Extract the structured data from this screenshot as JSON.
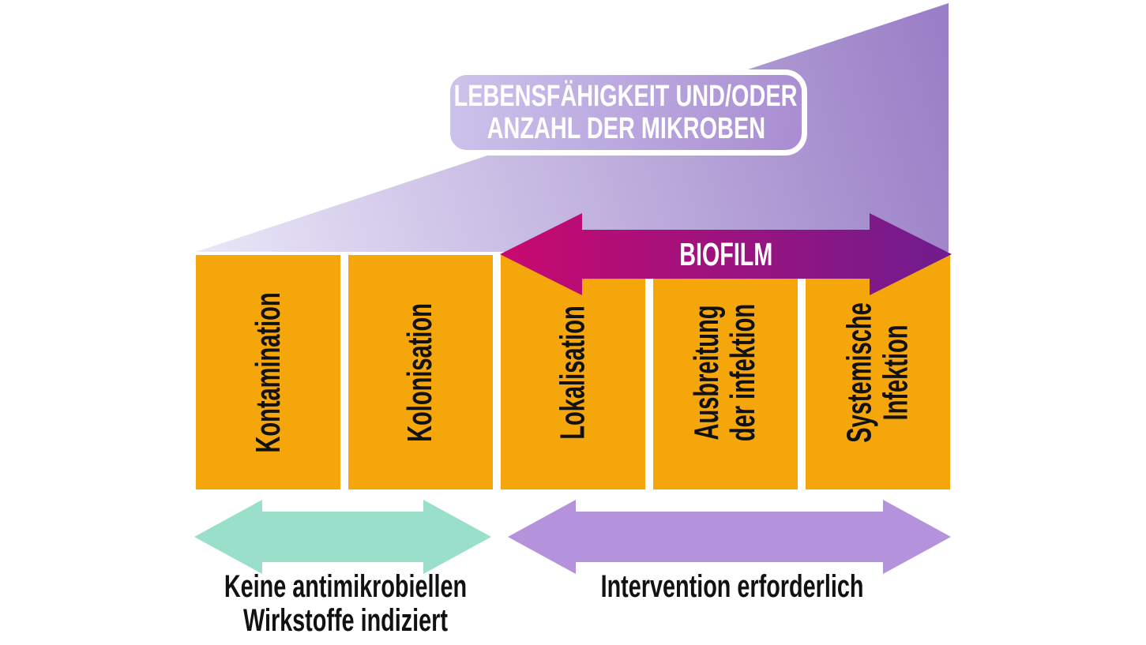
{
  "title_box": {
    "line1": "LEBENSFÄHIGKEIT UND/ODER",
    "line2": "ANZAHL DER MIKROBEN"
  },
  "biofilm": {
    "label": "BIOFILM"
  },
  "stages": [
    {
      "lines": [
        "Kontamination"
      ]
    },
    {
      "lines": [
        "Kolonisation"
      ]
    },
    {
      "lines": [
        "Lokalisation"
      ]
    },
    {
      "lines": [
        "Ausbreitung",
        "der infektion"
      ]
    },
    {
      "lines": [
        "Systemische",
        "Infektion"
      ]
    }
  ],
  "bottom": {
    "left_label_line1": "Keine antimikrobiellen",
    "left_label_line2": "Wirkstoffe indiziert",
    "right_label": "Intervention erforderlich"
  },
  "colors": {
    "orange": "#F5A60A",
    "biofilm_gradient_left": "#C9096F",
    "biofilm_gradient_right": "#6F1C8E",
    "wedge_gradient_light": "#E9E7F8",
    "wedge_gradient_dark": "#9A7EC6",
    "box_gradient_light": "#CCC4EC",
    "box_gradient_dark": "#A98CD1",
    "teal_arrow": "#99DFCA",
    "lavender_arrow": "#B493DC",
    "text_black": "#111111",
    "text_white": "#FFFFFF"
  }
}
